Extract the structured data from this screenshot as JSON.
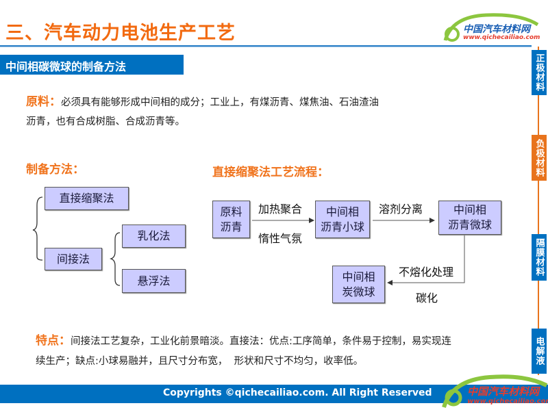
{
  "header": {
    "title": "三、汽车动力电池生产工艺",
    "logo_cn": "中国汽车材料网",
    "logo_url": "www.qichecailiao.com"
  },
  "section_title": "中间相碳微球的制备方法",
  "sidebar": {
    "tabs": [
      {
        "label": "正极材料",
        "color": "#0070c0"
      },
      {
        "label": "负极材料",
        "color": "#e8731c"
      },
      {
        "label": "隔膜材料",
        "color": "#0070c0"
      },
      {
        "label": "电解液",
        "color": "#0070c0"
      }
    ]
  },
  "raw": {
    "label": "原料：",
    "line1": "必须具有能够形成中间相的成分；工业上，有煤沥青、煤焦油、石油渣油",
    "line2": "沥青，也有合成树脂、合成沥青等。"
  },
  "methods": {
    "label": "制备方法：",
    "direct": "直接缩聚法",
    "indirect": "间接法",
    "emulsion": "乳化法",
    "suspension": "悬浮法"
  },
  "flow": {
    "title": "直接缩聚法工艺流程：",
    "box1": "原料\n沥青",
    "box2": "中间相\n沥青小球",
    "box3": "中间相\n沥青微球",
    "box4": "中间相\n炭微球",
    "step1_top": "加热聚合",
    "step1_bottom": "惰性气氛",
    "step2": "溶剂分离",
    "step3": "不熔化处理",
    "step4": "碳化"
  },
  "features": {
    "label": "特点：",
    "line1": "间接法工艺复杂，工业化前景暗淡。直接法：优点:工序简单，条件易于控制，易实现连",
    "line2": "续生产；缺点:小球易融并，且尺寸分布宽，  形状和尺寸不均匀，收率低。"
  },
  "footer": {
    "copyright": "Copyrights ©qichecailiao.com. All Right Reserved",
    "logo_cn": "中国汽车材料网",
    "logo_url": "www.qichecailiao.com"
  }
}
